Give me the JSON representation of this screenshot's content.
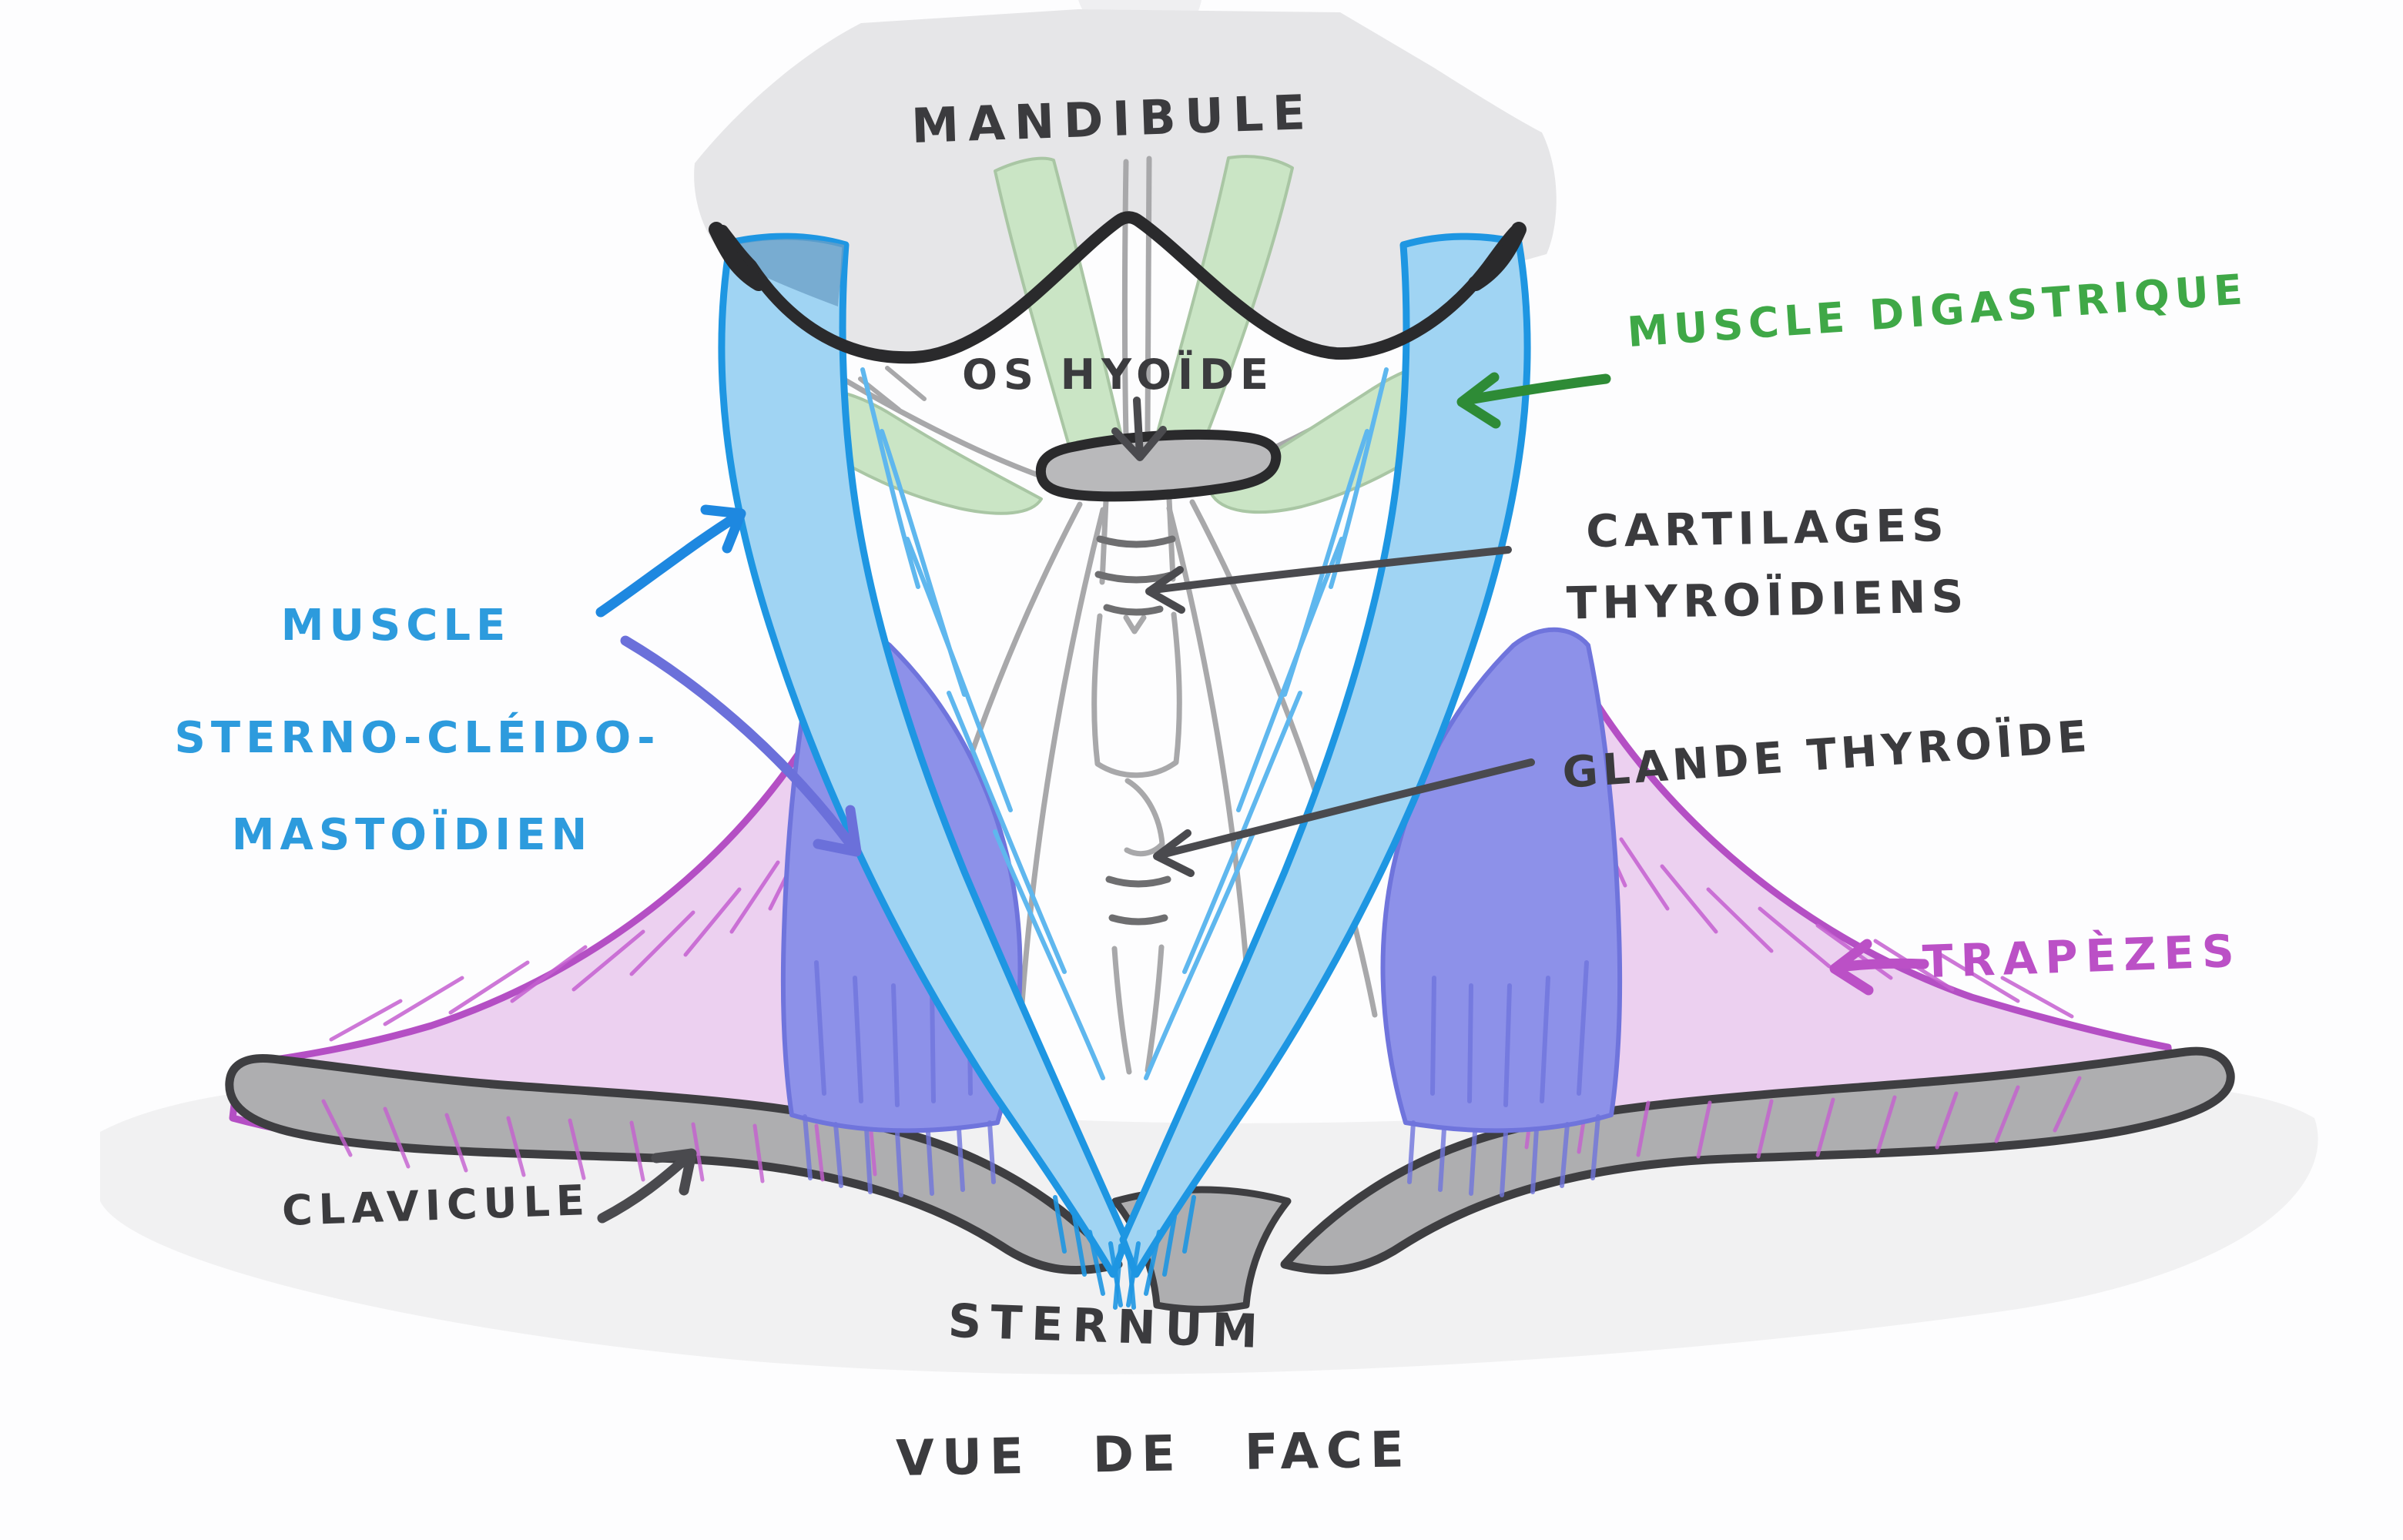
{
  "labels": {
    "mandibule": "MANDIBULE",
    "muscle_digastrique": "MUSCLE DIGASTRIQUE",
    "os_hyoide": "OS HYOÏDE",
    "cartilages_line1": "CARTILAGES",
    "cartilages_line2": "THYROÏDIENS",
    "glande_thyroide": "GLANDE THYROÏDE",
    "trapezes": "TRAPÈZES",
    "scm_line1": "MUSCLE",
    "scm_line2": "STERNO-CLÉIDO-",
    "scm_line3": "MASTOÏDIEN",
    "clavicule": "CLAVICULE",
    "sternum": "STERNUM",
    "vue_de_face": "VUE DE FACE"
  },
  "colors": {
    "label_dark": "#3b3b3e",
    "label_blue": "#2d9bdd",
    "label_green": "#3fa847",
    "label_magenta": "#bb50c6",
    "arrow_green": "#2e8b36",
    "arrow_blue": "#1e88e0",
    "arrow_violet": "#6b70da",
    "arrow_dark": "#4a4a4e",
    "scm_blue_fill": "#a0d4f3",
    "scm_blue_stroke": "#1e96e2",
    "scm_blue_streak": "#5fb7ee",
    "scm_blue_dark_top": "#6b9fc6",
    "deep_violet_fill": "#8d91e9",
    "deep_violet_stroke": "#6f74dc",
    "trapeze_fill": "#ecd0f0",
    "trapeze_stroke": "#b44fc4",
    "trapeze_hatch": "#c45fd0",
    "digastric_fill": "#cae5c5",
    "digastric_edge": "#a9c6a4",
    "bone_gray": "#aeaeb0",
    "bone_outline": "#3e3e41",
    "mandible_fill": "#e6e6e8",
    "hyoid_fill": "#b9b9bb",
    "sketch_gray": "#a8a8aa",
    "sketch_dark": "#6e6e70",
    "jaw_stroke": "#2a2a2c",
    "wash": "#efeff1"
  }
}
